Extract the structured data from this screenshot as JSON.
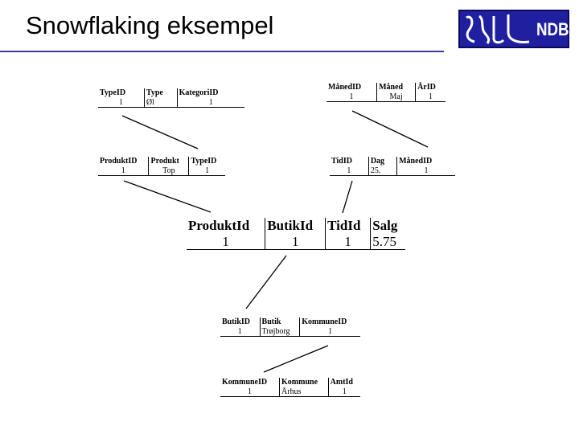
{
  "title": "Snowflaking eksempel",
  "logo": {
    "text": "NDB",
    "color": "#1f1fa0"
  },
  "tables": {
    "type": {
      "headers": [
        "TypeID",
        "Type",
        "KategoriID"
      ],
      "row": [
        "1",
        "Øl",
        "1"
      ]
    },
    "maaned": {
      "headers": [
        "MånedID",
        "Måned",
        "ÅrID"
      ],
      "row": [
        "1",
        "Maj",
        "1"
      ]
    },
    "produkt": {
      "headers": [
        "ProduktID",
        "Produkt",
        "TypeID"
      ],
      "row": [
        "1",
        "Top",
        "1"
      ]
    },
    "tid": {
      "headers": [
        "TidID",
        "Dag",
        "MånedID"
      ],
      "row": [
        "1",
        "25.",
        "1"
      ]
    },
    "fact": {
      "headers": [
        "ProduktId",
        "ButikId",
        "TidId",
        "Salg"
      ],
      "row": [
        "1",
        "1",
        "1",
        "5.75"
      ]
    },
    "butik": {
      "headers": [
        "ButikID",
        "Butik",
        "KommuneID"
      ],
      "row": [
        "1",
        "Trøjborg",
        "1"
      ]
    },
    "kommune": {
      "headers": [
        "KommuneID",
        "Kommune",
        "AmtId"
      ],
      "row": [
        "1",
        "Århus",
        "1"
      ]
    }
  }
}
